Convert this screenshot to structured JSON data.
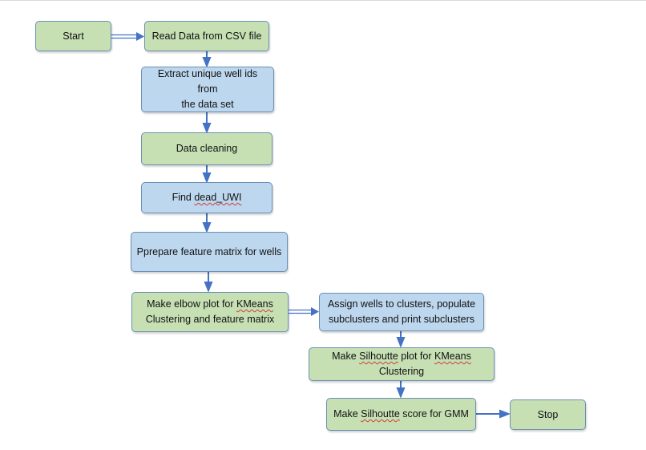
{
  "colors": {
    "terminal_fill": "#c6e0b4",
    "process_fill": "#bdd7ee",
    "connector": "#4472c4",
    "spellcheck": "#d23b3b"
  },
  "nodes": {
    "start": "Start",
    "read_csv": "Read Data from CSV file",
    "extract_ids": "Extract unique well ids from\nthe data set",
    "data_cleaning": "Data cleaning",
    "find_dead": {
      "prefix": "Find ",
      "flagged": "dead_UWI",
      "suffix": ""
    },
    "feature_matrix": "Pprepare feature matrix for wells",
    "elbow": {
      "line1_prefix": "Make elbow plot for ",
      "flagged": "KMeans",
      "line1_suffix": "",
      "line2": "Clustering and feature matrix"
    },
    "assign": "Assign wells to clusters, populate\nsubclusters and print subclusters",
    "silhouette_plot": {
      "prefix": "Make ",
      "flagged1": "Silhoutte",
      "middle": " plot for ",
      "flagged2": "KMeans",
      "suffix": " Clustering"
    },
    "silhouette_gmm": {
      "prefix": "Make ",
      "flagged": "Silhoutte",
      "suffix": " score for GMM"
    },
    "stop": "Stop"
  }
}
